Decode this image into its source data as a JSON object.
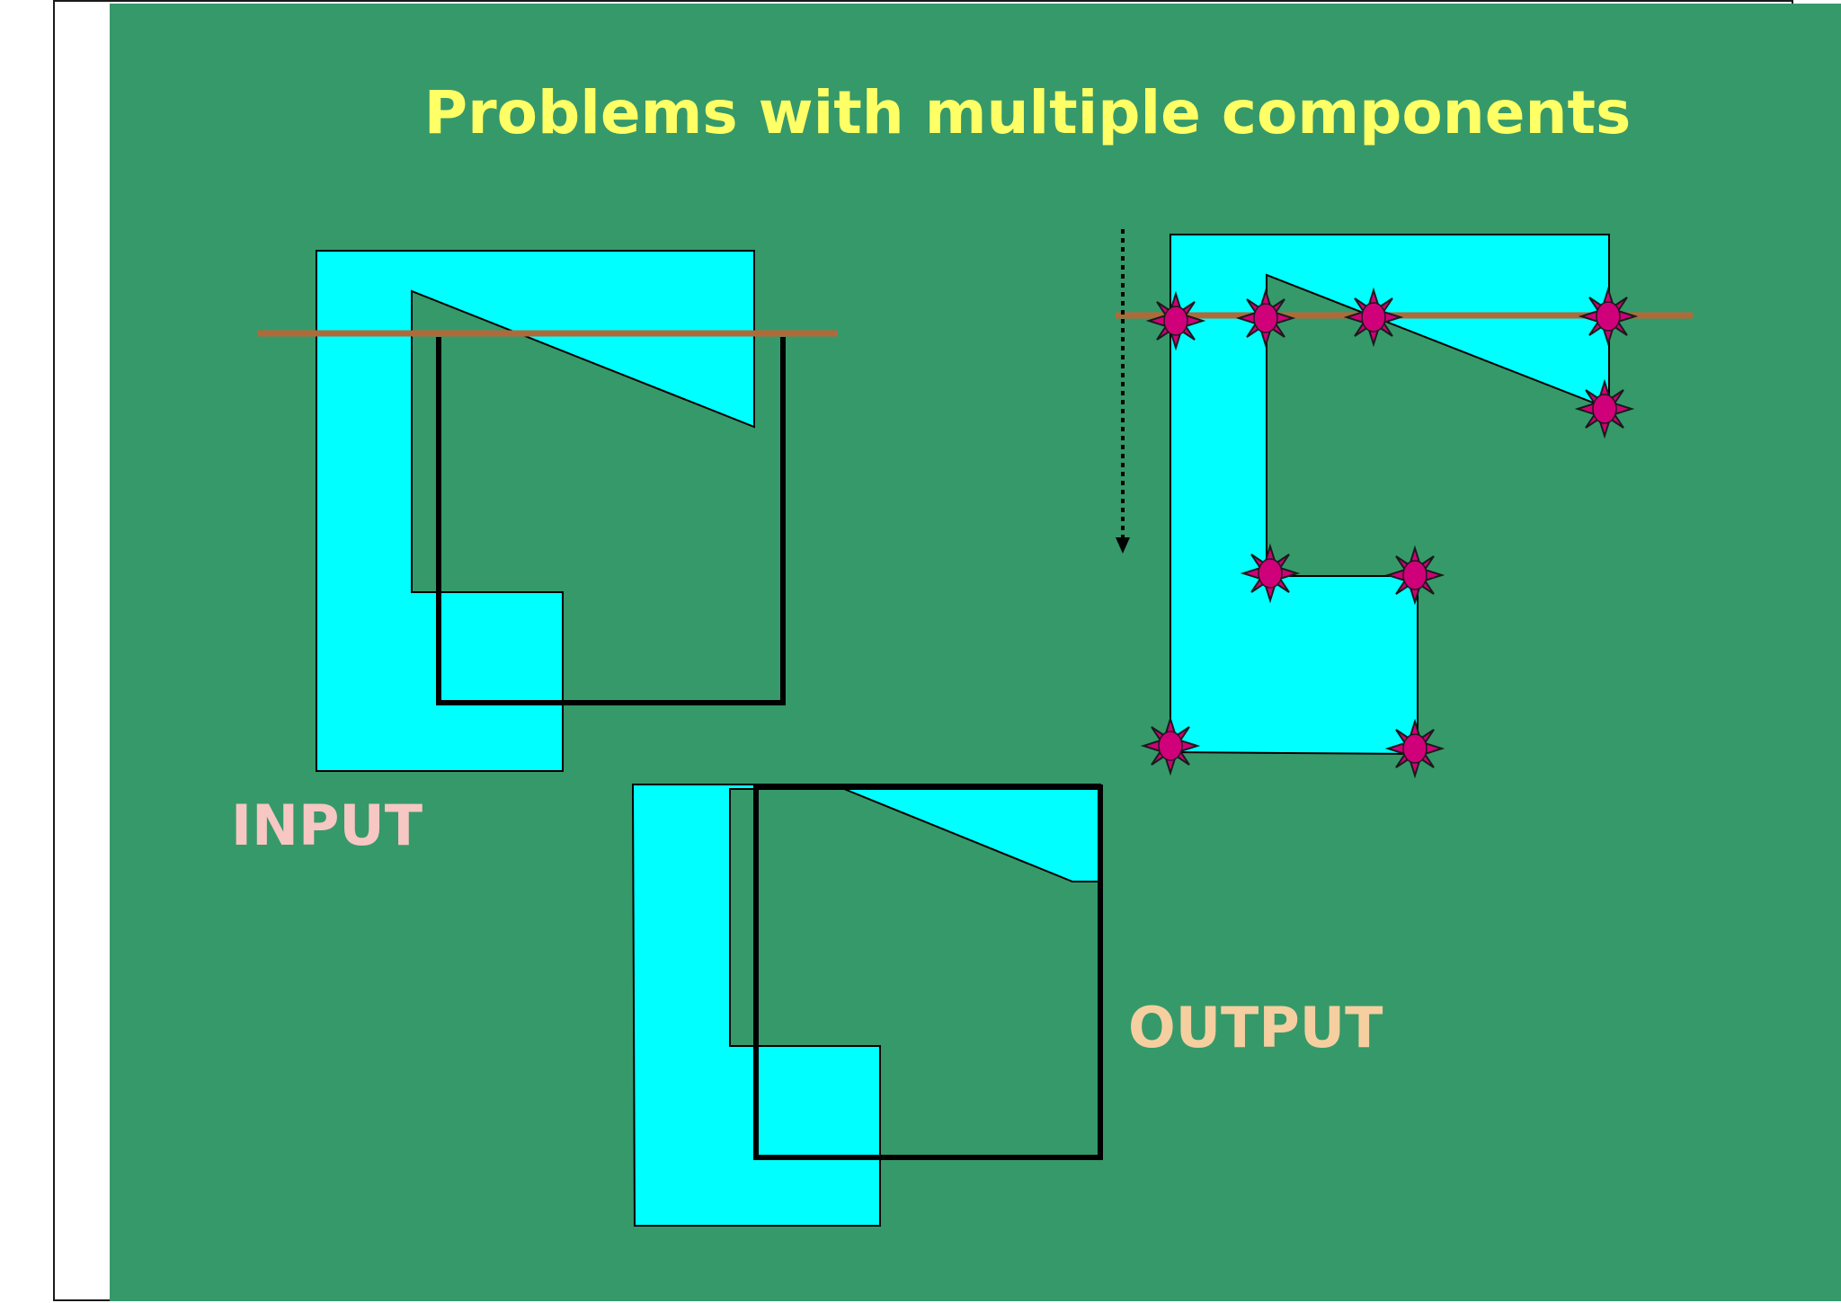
{
  "slide": {
    "title": "Problems with multiple components",
    "input_label": "INPUT",
    "output_label": "OUTPUT"
  },
  "colors": {
    "background": "#36996A",
    "shape_fill": "#00FFFF",
    "title": "#FFFF66",
    "input_label": "#F7C7C3",
    "output_label": "#F5CFA0",
    "sweep_line": "#B06A3A",
    "clip_window": "#000000",
    "event_point": "#D0007A"
  },
  "icons": {
    "event_point": "star-burst-icon",
    "sweep_direction": "dashed-down-arrow-icon"
  }
}
